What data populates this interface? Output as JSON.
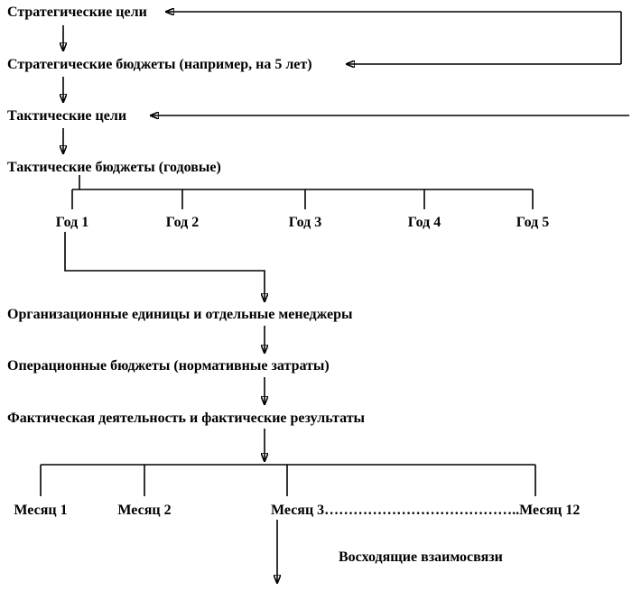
{
  "diagram": {
    "nodes": {
      "strategic_goals": "Стратегические цели",
      "strategic_budgets": "Стратегические бюджеты (например, на 5 лет)",
      "tactical_goals": "Тактические цели",
      "tactical_budgets": "Тактические бюджеты (годовые)",
      "years": [
        "Год 1",
        "Год 2",
        "Год 3",
        "Год 4",
        "Год 5"
      ],
      "org_units": "Организационные единицы и отдельные менеджеры",
      "operational_budgets": "Операционные бюджеты (нормативные затраты)",
      "actual_results": "Фактическая деятельность и фактические результаты",
      "month_1": "Месяц 1",
      "month_2": "Месяц 2",
      "month_3_12": "Месяц 3…………………………………..Месяц 12",
      "feedback_label": "Восходящие взаимосвязи"
    },
    "colors": {
      "line": "#000000",
      "text": "#000000",
      "background": "#ffffff"
    }
  }
}
